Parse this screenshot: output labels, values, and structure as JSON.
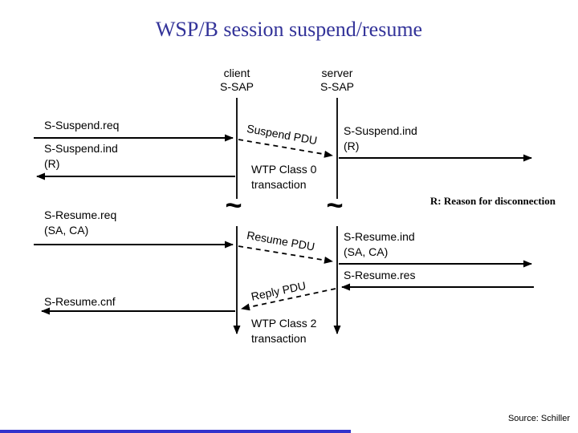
{
  "slide": {
    "title": "WSP/B session suspend/resume",
    "footer_source": "Source: Schiller",
    "legend_note": "R: Reason for disconnection"
  },
  "lifelines": {
    "client": {
      "name": "client",
      "sap": "S-SAP"
    },
    "server": {
      "name": "server",
      "sap": "S-SAP"
    },
    "break_symbol": "~"
  },
  "suspend": {
    "req": "S-Suspend.req",
    "ind_client": "S-Suspend.ind",
    "ind_client_param": "(R)",
    "pdu": "Suspend PDU",
    "ind_server": "S-Suspend.ind",
    "ind_server_param": "(R)",
    "transaction_line1": "WTP Class 0",
    "transaction_line2": "transaction"
  },
  "resume": {
    "req": "S-Resume.req",
    "req_param": "(SA, CA)",
    "pdu": "Resume PDU",
    "ind": "S-Resume.ind",
    "ind_param": "(SA, CA)",
    "res": "S-Resume.res",
    "reply_pdu": "Reply PDU",
    "cnf": "S-Resume.cnf",
    "transaction_line1": "WTP Class 2",
    "transaction_line2": "transaction"
  },
  "colors": {
    "title": "#333399",
    "accent_bar": "#3333cc",
    "diagram": "#000000"
  }
}
